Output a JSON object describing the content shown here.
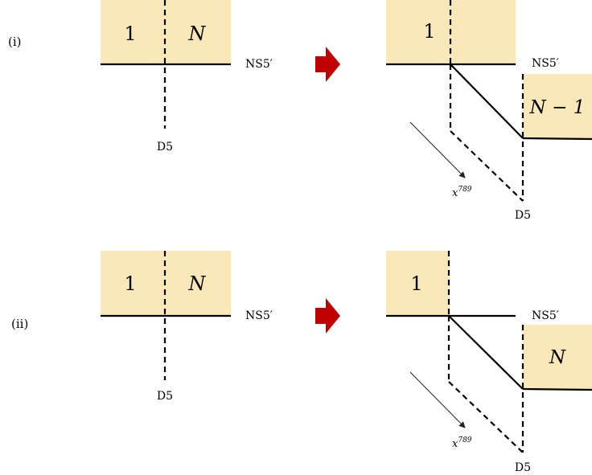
{
  "colors": {
    "region_fill": "#fbe8b8",
    "brane_stroke": "#000000",
    "arrow_fill": "#c00000",
    "motion_arrow": "#222222"
  },
  "panels": [
    {
      "label": "(i)",
      "before": {
        "region_left": "1",
        "region_right": "N",
        "ns5_label": "NS5′",
        "d5_label": "D5"
      },
      "after": {
        "region_top": "1",
        "region_bottom": "N − 1",
        "ns5_label": "NS5′",
        "d5_label": "D5",
        "direction_label": "x",
        "direction_sup": "789"
      }
    },
    {
      "label": "(ii)",
      "before": {
        "region_left": "1",
        "region_right": "N",
        "ns5_label": "NS5′",
        "d5_label": "D5"
      },
      "after": {
        "region_top": "1",
        "region_bottom": "N",
        "ns5_label": "NS5′",
        "d5_label": "D5",
        "direction_label": "x",
        "direction_sup": "789"
      }
    }
  ],
  "icons": {
    "transition": "right-arrow-icon"
  }
}
